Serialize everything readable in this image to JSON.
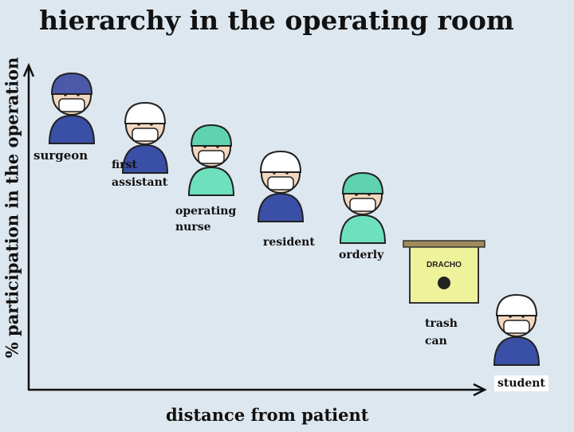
{
  "title": "hierarchy in the operating room",
  "y_axis_label": "% participation in the operation",
  "x_axis_label": "distance from patient",
  "items": [
    {
      "label_lines": [
        "surgeon"
      ],
      "cap": "#4a5aa8",
      "body": "#3a4fa6",
      "mask": "#ffffff"
    },
    {
      "label_lines": [
        "first",
        "assistant"
      ],
      "cap": "#ffffff",
      "body": "#3a4fa6",
      "mask": "#ffffff"
    },
    {
      "label_lines": [
        "operating",
        "nurse"
      ],
      "cap": "#5fd3b0",
      "body": "#6fe0bd",
      "mask": "#ffffff"
    },
    {
      "label_lines": [
        "resident"
      ],
      "cap": "#ffffff",
      "body": "#3a4fa6",
      "mask": "#ffffff"
    },
    {
      "label_lines": [
        "orderly"
      ],
      "cap": "#5fd3b0",
      "body": "#6fe0bd",
      "mask": "#ffffff"
    },
    {
      "label_lines": [
        "trash",
        "can"
      ],
      "bin_label": "DRACHO",
      "bin_color": "#eef29a"
    },
    {
      "label_lines": [
        "student"
      ],
      "cap": "#ffffff",
      "body": "#3a4fa6",
      "mask": "#ffffff"
    }
  ]
}
